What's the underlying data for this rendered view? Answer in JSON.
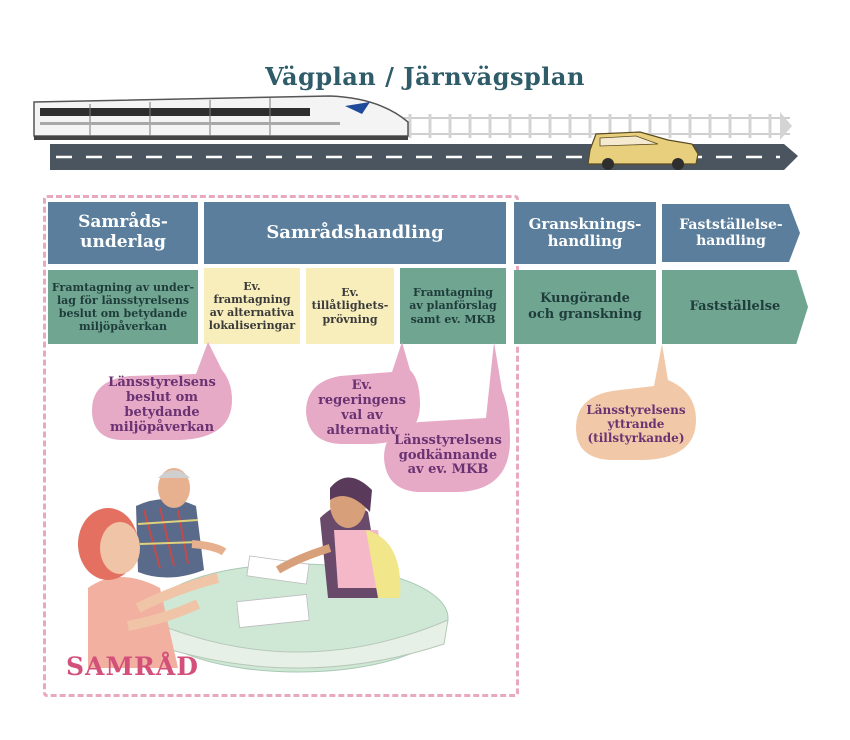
{
  "title": "Vägplan / Järnvägsplan",
  "phases": {
    "samradsunderlag": "Samråds-\nunderlag",
    "samradshandling": "Samrådshandling",
    "granskningshandling": "Gransknings-\nhandling",
    "faststallelsehandling": "Fastställelse-\nhandling"
  },
  "steps": {
    "framtagning_underlag": "Framtagning av under-\nlag för länsstyrelsens\nbeslut om betydande\nmiljöpåverkan",
    "ev_lokaliseringar": "Ev.\nframtagning\nav alternativa\nlokaliseringar",
    "ev_tillatlighet": "Ev.\ntillåtlighets-\nprövning",
    "framtagning_planforslag": "Framtagning\nav planförslag\nsamt ev. MKB",
    "kungorande": "Kungörande\noch granskning",
    "faststallelse": "Fastställelse"
  },
  "bubbles": {
    "beslut": "Länsstyrelsens\nbeslut om\nbetydande\nmiljöpåverkan",
    "regeringens": "Ev.\nregeringens\nval av\nalternativ",
    "godkannande": "Länsstyrelsens\ngodkännande\nav ev. MKB",
    "yttrande": "Länsstyrelsens\nyttrande\n(tillstyrkande)"
  },
  "samrad_label": "SAMRÅD",
  "colors": {
    "header_blue": "#5a7e9c",
    "step_green": "#6fa591",
    "step_yellow": "#f8eebc",
    "bubble_pink": "#e6a9c6",
    "bubble_peach": "#f2c9a8",
    "samrad_pink": "#d2507a",
    "road": "#4a5560"
  },
  "icons": [
    "train-icon",
    "car-icon",
    "road-icon",
    "track-icon",
    "people-meeting-illustration"
  ]
}
